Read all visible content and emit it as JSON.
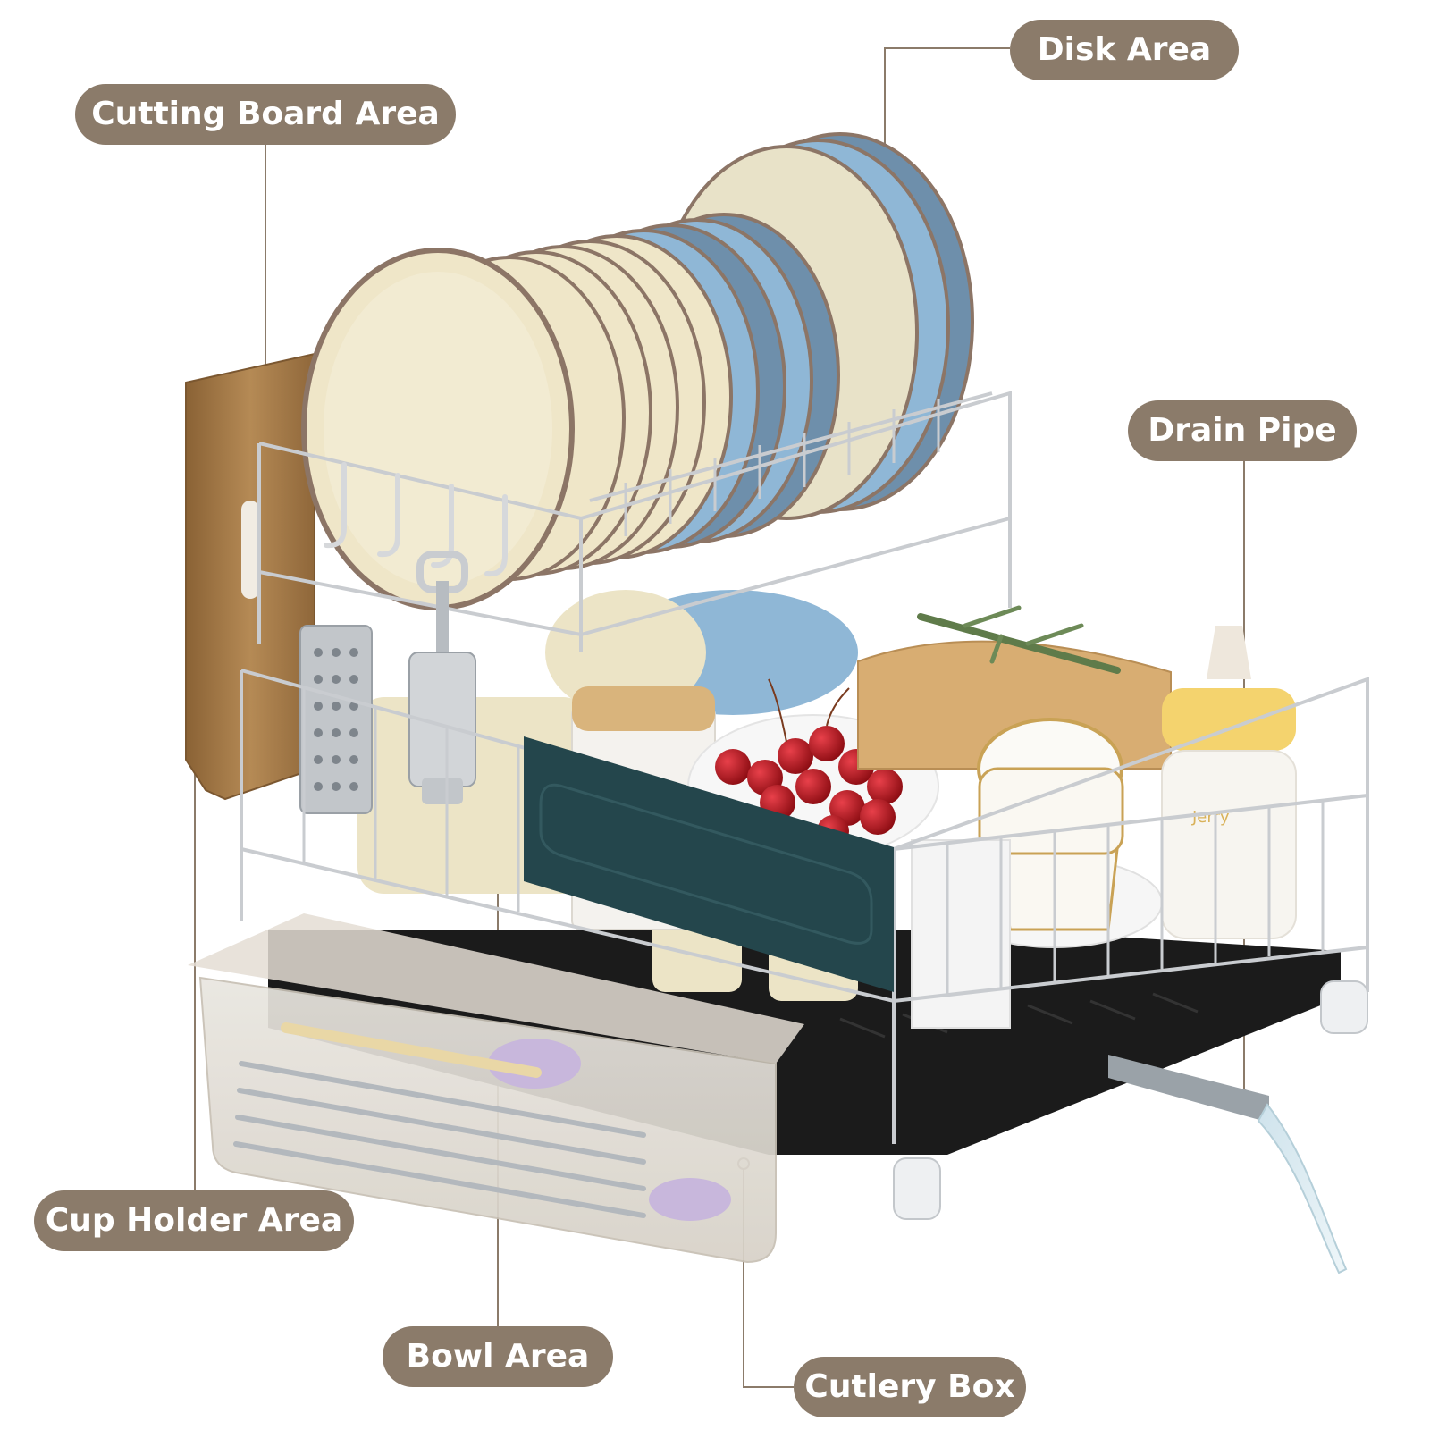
{
  "colors": {
    "label_bg": "#8b7b6a",
    "label_text": "#ffffff",
    "leader_line": "#8b7b6a",
    "wire": "#c9ccd0",
    "plate_cream": "#efe6c8",
    "plate_blue": "#8fb7d6",
    "plate_rim": "#8c7566",
    "panel_green": "#24464c",
    "tray_black": "#1b1b1b",
    "board_wood": "#a67c49",
    "cherry_red": "#b0141b"
  },
  "labels": {
    "disk_area": "Disk Area",
    "cutting_board_area": "Cutting Board Area",
    "drain_pipe": "Drain Pipe",
    "cup_holder_area": "Cup Holder Area",
    "bowl_area": "Bowl Area",
    "cutlery_box": "Cutlery Box"
  },
  "bottle_text": "Jerry",
  "icons": {
    "hook": "hook-icon",
    "grater": "grater-icon",
    "corkscrew": "corkscrew-icon"
  }
}
